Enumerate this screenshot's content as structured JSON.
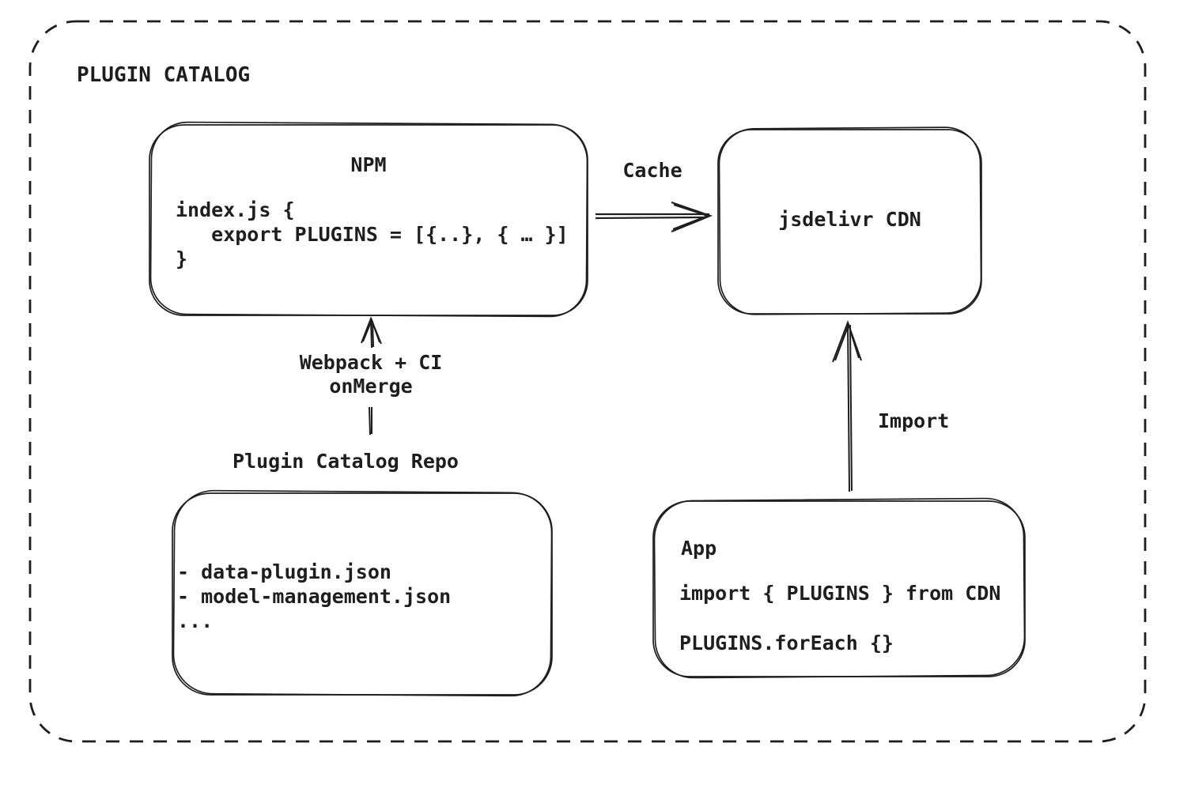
{
  "colors": {
    "ink": "#1e1e1e",
    "background": "#ffffff"
  },
  "diagram": {
    "title": "PLUGIN CATALOG",
    "npm": {
      "title": "NPM",
      "code": [
        "index.js {",
        "   export PLUGINS = [{..}, { … }]",
        "}"
      ]
    },
    "cdn": {
      "label": "jsdelivr CDN"
    },
    "repo": {
      "label": "Plugin Catalog Repo",
      "items": [
        "- data-plugin.json",
        "- model-management.json",
        "..."
      ]
    },
    "app": {
      "title": "App",
      "code": [
        "import { PLUGINS } from CDN",
        "PLUGINS.forEach {}"
      ]
    },
    "edges": {
      "cache_label": "Cache",
      "build_label_line1": "Webpack + CI",
      "build_label_line2": "onMerge",
      "import_label": "Import"
    }
  }
}
